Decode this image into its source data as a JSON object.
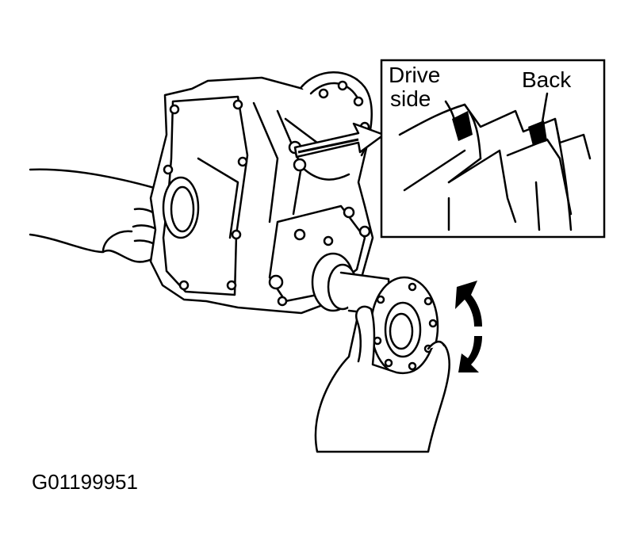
{
  "labels": {
    "drive": "Drive",
    "side": "side",
    "back": "Back"
  },
  "figure_id": "G01199951",
  "icons": [
    "differential-carrier-illustration",
    "gear-tooth-detail-inset",
    "rotation-double-arrow-icon",
    "pointer-arrow-icon",
    "hand-illustration"
  ],
  "colors": {
    "ink": "#000000",
    "paper": "#ffffff"
  }
}
